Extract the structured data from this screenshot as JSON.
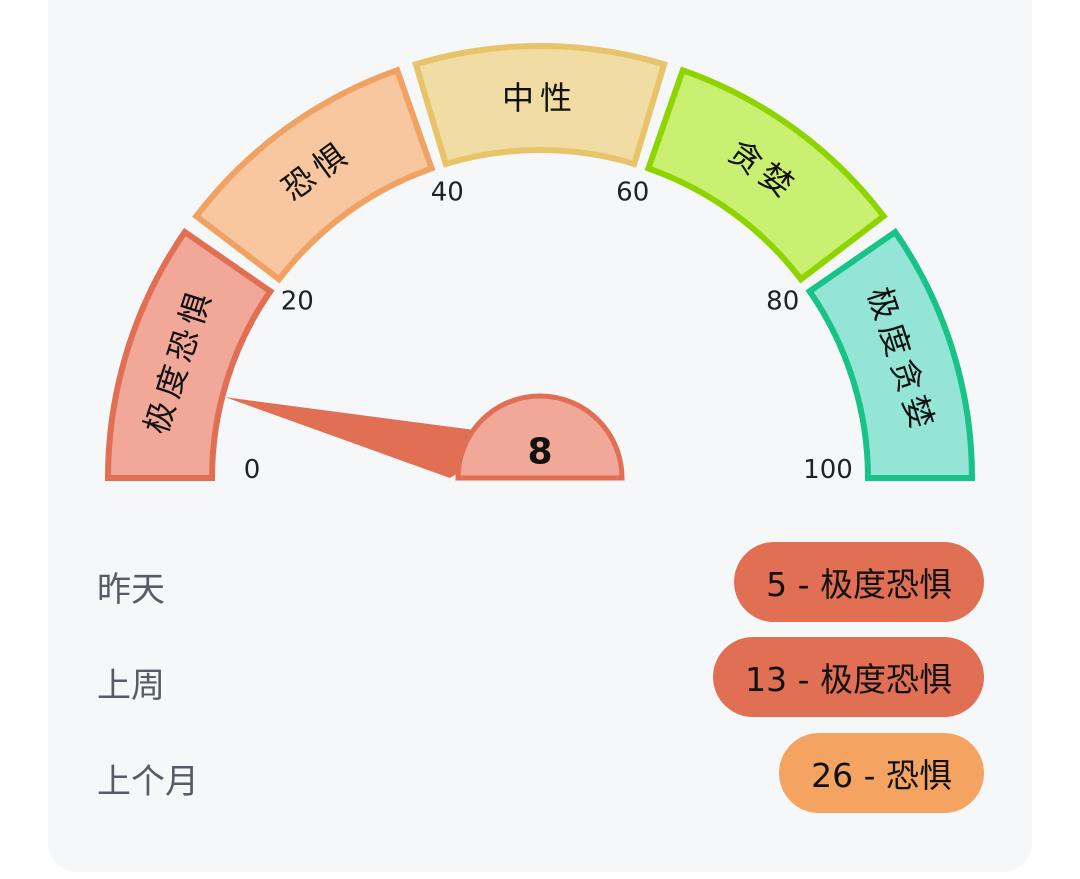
{
  "gauge": {
    "value": 8,
    "value_label": "8",
    "min": 0,
    "max": 100,
    "ticks": [
      "0",
      "20",
      "40",
      "60",
      "80",
      "100"
    ],
    "tick_values": [
      0,
      20,
      40,
      60,
      80,
      100
    ],
    "segments": [
      {
        "label": "极度恐惧",
        "from": 0,
        "to": 20,
        "fill": "#f2a898",
        "stroke": "#e06f54"
      },
      {
        "label": "恐惧",
        "from": 20,
        "to": 40,
        "fill": "#f8c7a0",
        "stroke": "#f0a262"
      },
      {
        "label": "中性",
        "from": 40,
        "to": 60,
        "fill": "#f1dca4",
        "stroke": "#e7c46a"
      },
      {
        "label": "贪婪",
        "from": 60,
        "to": 80,
        "fill": "#c9f070",
        "stroke": "#8fd400"
      },
      {
        "label": "极度贪婪",
        "from": 80,
        "to": 100,
        "fill": "#95e5d6",
        "stroke": "#17c386"
      }
    ],
    "needle_color": "#e06f54",
    "hub_fill": "#f2a898",
    "hub_stroke": "#e06f54"
  },
  "history": [
    {
      "label": "昨天",
      "badge": "5 - 极度恐惧",
      "color": "#e06f54"
    },
    {
      "label": "上周",
      "badge": "13 - 极度恐惧",
      "color": "#e06f54"
    },
    {
      "label": "上个月",
      "badge": "26 - 恐惧",
      "color": "#f4a460"
    }
  ]
}
